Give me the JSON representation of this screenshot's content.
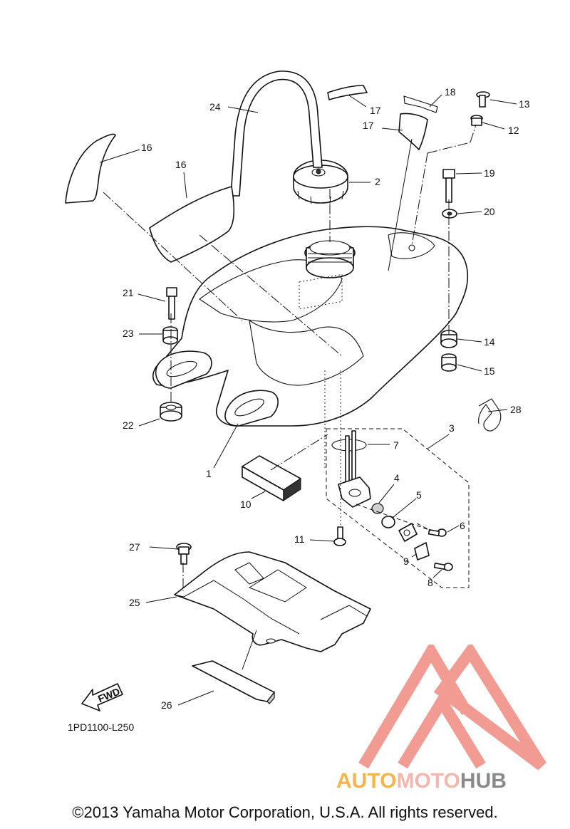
{
  "diagram": {
    "labels": {
      "p1": "1",
      "p2": "2",
      "p3": "3",
      "p4": "4",
      "p5": "5",
      "p6": "6",
      "p7": "7",
      "p8": "8",
      "p9": "9",
      "p10": "10",
      "p11": "11",
      "p12": "12",
      "p13": "13",
      "p14": "14",
      "p15": "15",
      "p16a": "16",
      "p16b": "16",
      "p17a": "17",
      "p17b": "17",
      "p18": "18",
      "p19": "19",
      "p20": "20",
      "p21": "21",
      "p22": "22",
      "p23": "23",
      "p24": "24",
      "p25": "25",
      "p26": "26",
      "p27": "27",
      "p28": "28"
    },
    "fwd_label": "FWD",
    "doc_code": "1PD1100-L250"
  },
  "footer": {
    "copyright": "©2013 Yamaha Motor Corporation, U.S.A. All rights reserved."
  },
  "watermark": {
    "auto": "AUTO",
    "moto": "MOTO",
    "hub": "HUB",
    "colors": {
      "auto": "#f6b54c",
      "moto": "#f4b7ad",
      "hub": "#8a8a8a",
      "triangle": "#f08a80"
    }
  }
}
